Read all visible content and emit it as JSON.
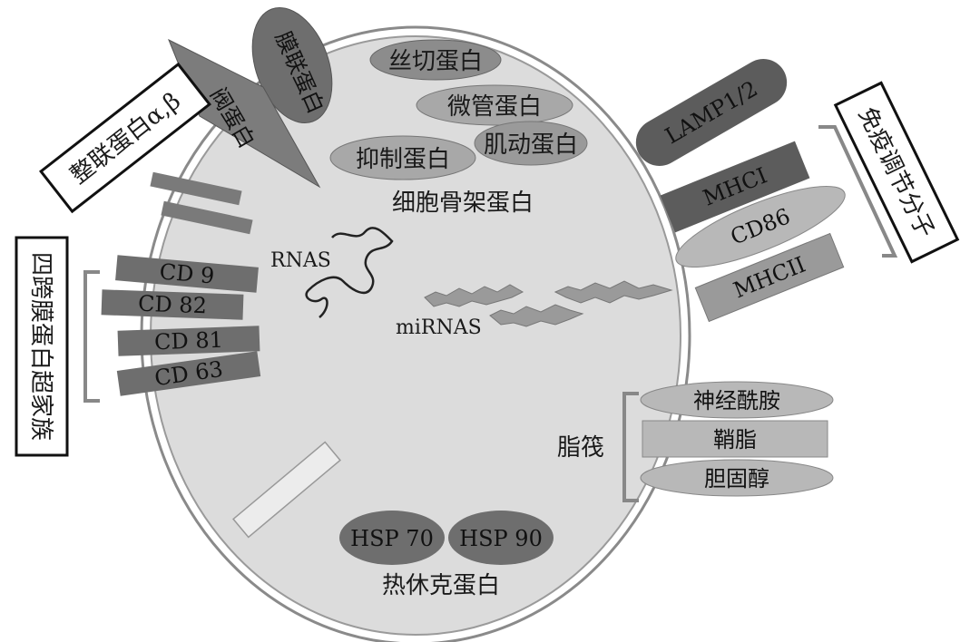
{
  "cytoskeleton": {
    "group_label": "细胞骨架蛋白",
    "filament": "丝切蛋白",
    "tubulin": "微管蛋白",
    "inhibitor": "抑制蛋白",
    "actin": "肌动蛋白"
  },
  "membrane_fusion": "膜联蛋白",
  "flotillin": "阀蛋白",
  "integrin": "整联蛋白α,β",
  "tetraspanin": {
    "group_label": "四跨膜蛋白超家族",
    "items": [
      "CD 9",
      "CD 82",
      "CD 81",
      "CD 63"
    ]
  },
  "rna": "RNAS",
  "mirna": "miRNAS",
  "immune": {
    "group_label": "免疫调节分子",
    "items": [
      "LAMP1/2",
      "MHCI",
      "CD86",
      "MHCII"
    ]
  },
  "lipid_raft": {
    "group_label": "脂筏",
    "items": [
      "神经酰胺",
      "鞘脂",
      "胆固醇"
    ]
  },
  "hsp": {
    "group_label": "热休克蛋白",
    "items": [
      "HSP 70",
      "HSP 90"
    ]
  },
  "colors": {
    "cell_fill": "#dcdcdc",
    "membrane": "#8a8a8a",
    "dark": "#5c5c5c",
    "mid": "#8c8c8c",
    "light": "#b8b8b8"
  }
}
